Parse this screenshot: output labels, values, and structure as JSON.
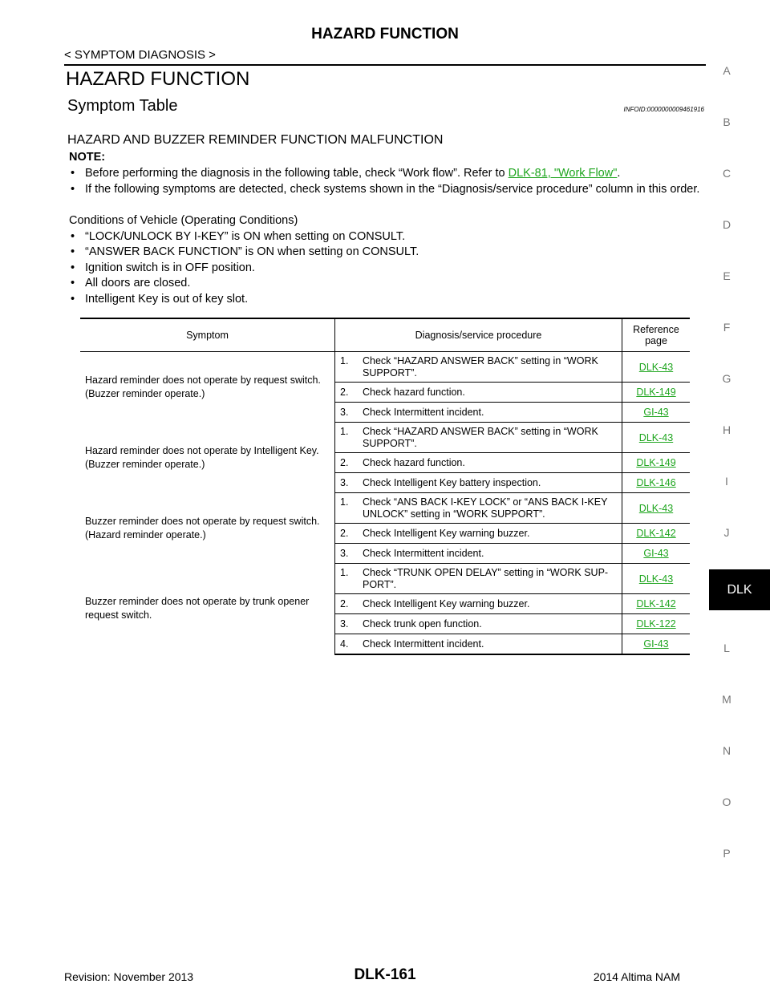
{
  "header": {
    "title": "HAZARD FUNCTION",
    "breadcrumb": "< SYMPTOM DIAGNOSIS >"
  },
  "section": {
    "title": "HAZARD FUNCTION",
    "subtitle": "Symptom Table",
    "infoid": "INFOID:0000000009461916",
    "subsection": "HAZARD AND BUZZER REMINDER FUNCTION MALFUNCTION"
  },
  "note": {
    "label": "NOTE:",
    "bullet_glyph": "•",
    "item1_prefix": "Before performing the diagnosis in the following table, check “Work flow”. Refer to ",
    "item1_link": "DLK-81, \"Work Flow\"",
    "item1_suffix": ".",
    "item2": "If the following symptoms are detected, check systems shown in the “Diagnosis/service procedure” column in this order."
  },
  "conditions": {
    "heading": "Conditions of Vehicle (Operating Conditions)",
    "items": [
      "“LOCK/UNLOCK BY I-KEY” is ON when setting on CONSULT.",
      "“ANSWER BACK FUNCTION” is ON when setting on CONSULT.",
      "Ignition switch is in OFF position.",
      "All doors are closed.",
      "Intelligent Key is out of key slot."
    ]
  },
  "table": {
    "headers": {
      "symptom": "Symptom",
      "procedure": "Diagnosis/service procedure",
      "reference": "Reference page"
    },
    "groups": [
      {
        "symptom": "Hazard reminder does not operate by request switch.\n(Buzzer reminder operate.)",
        "steps": [
          {
            "num": "1.",
            "text": "Check “HAZARD ANSWER BACK” setting in “WORK SUPPORT”.",
            "ref": "DLK-43"
          },
          {
            "num": "2.",
            "text": "Check hazard function.",
            "ref": "DLK-149"
          },
          {
            "num": "3.",
            "text": "Check Intermittent incident.",
            "ref": "GI-43"
          }
        ]
      },
      {
        "symptom": "Hazard reminder does not operate by Intelligent Key.\n(Buzzer reminder operate.)",
        "steps": [
          {
            "num": "1.",
            "text": "Check “HAZARD ANSWER BACK” setting in “WORK SUPPORT”.",
            "ref": "DLK-43"
          },
          {
            "num": "2.",
            "text": "Check hazard function.",
            "ref": "DLK-149"
          },
          {
            "num": "3.",
            "text": "Check Intelligent Key battery inspection.",
            "ref": "DLK-146"
          }
        ]
      },
      {
        "symptom": "Buzzer reminder does not operate by request switch.\n(Hazard reminder operate.)",
        "steps": [
          {
            "num": "1.",
            "text": "Check “ANS BACK I-KEY LOCK” or “ANS BACK I-KEY UNLOCK” setting in “WORK SUPPORT”.",
            "ref": "DLK-43"
          },
          {
            "num": "2.",
            "text": "Check Intelligent Key warning buzzer.",
            "ref": "DLK-142"
          },
          {
            "num": "3.",
            "text": "Check Intermittent incident.",
            "ref": "GI-43"
          }
        ]
      },
      {
        "symptom": "Buzzer reminder does not operate by trunk opener request switch.",
        "steps": [
          {
            "num": "1.",
            "text": "Check “TRUNK OPEN DELAY” setting in “WORK SUP-PORT”.",
            "ref": "DLK-43"
          },
          {
            "num": "2.",
            "text": "Check Intelligent Key warning buzzer.",
            "ref": "DLK-142"
          },
          {
            "num": "3.",
            "text": "Check trunk open function.",
            "ref": "DLK-122"
          },
          {
            "num": "4.",
            "text": "Check Intermittent incident.",
            "ref": "GI-43"
          }
        ]
      }
    ]
  },
  "side_index": {
    "letters": [
      "A",
      "B",
      "C",
      "D",
      "E",
      "F",
      "G",
      "H",
      "I",
      "J",
      "L",
      "M",
      "N",
      "O",
      "P"
    ],
    "active": "DLK"
  },
  "footer": {
    "revision": "Revision: November 2013",
    "page": "DLK-161",
    "model": "2014 Altima NAM"
  }
}
